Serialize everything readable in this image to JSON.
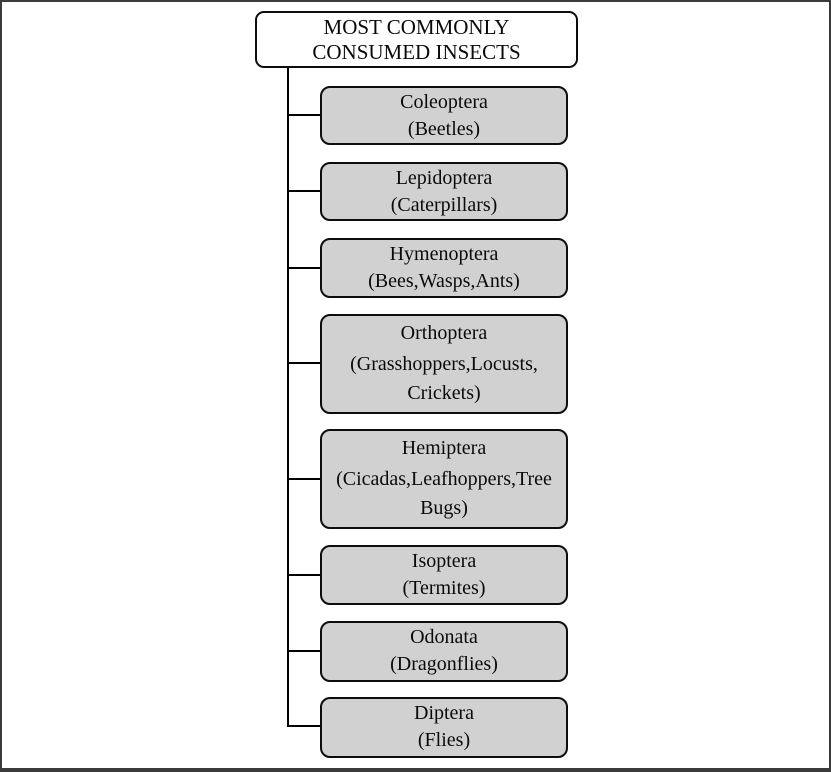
{
  "title": "MOST COMMONLY\nCONSUMED INSECTS",
  "colors": {
    "background": "#ffffff",
    "frame_border": "#3b3b3b",
    "root_fill": "#ffffff",
    "node_fill": "#d1d1d1",
    "node_border": "#0d0d0d",
    "line_color": "#000000"
  },
  "nodes": [
    {
      "order": "Coleoptera",
      "common": "(Beetles)"
    },
    {
      "order": "Lepidoptera",
      "common": "(Caterpillars)"
    },
    {
      "order": "Hymenoptera",
      "common": "(Bees,Wasps,Ants)"
    },
    {
      "order": "Orthoptera",
      "common": "(Grasshoppers,Locusts,\nCrickets)"
    },
    {
      "order": "Hemiptera",
      "common": "(Cicadas,Leafhoppers,Tree\nBugs)"
    },
    {
      "order": "Isoptera",
      "common": "(Termites)"
    },
    {
      "order": "Odonata",
      "common": "(Dragonflies)"
    },
    {
      "order": "Diptera",
      "common": "(Flies)"
    }
  ]
}
